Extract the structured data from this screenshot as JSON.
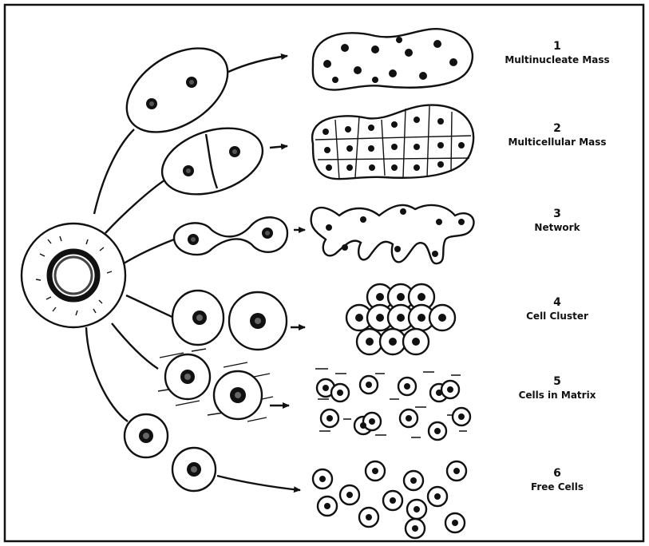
{
  "labels": [
    {
      "number": "1",
      "text": "Multinucleate Mass"
    },
    {
      "number": "2",
      "text": "Multicellular Mass"
    },
    {
      "number": "3",
      "text": "Network"
    },
    {
      "number": "4",
      "text": "Cell Cluster"
    },
    {
      "number": "5",
      "text": "Cells in Matrix"
    },
    {
      "number": "6",
      "text": "Free Cells"
    }
  ]
}
